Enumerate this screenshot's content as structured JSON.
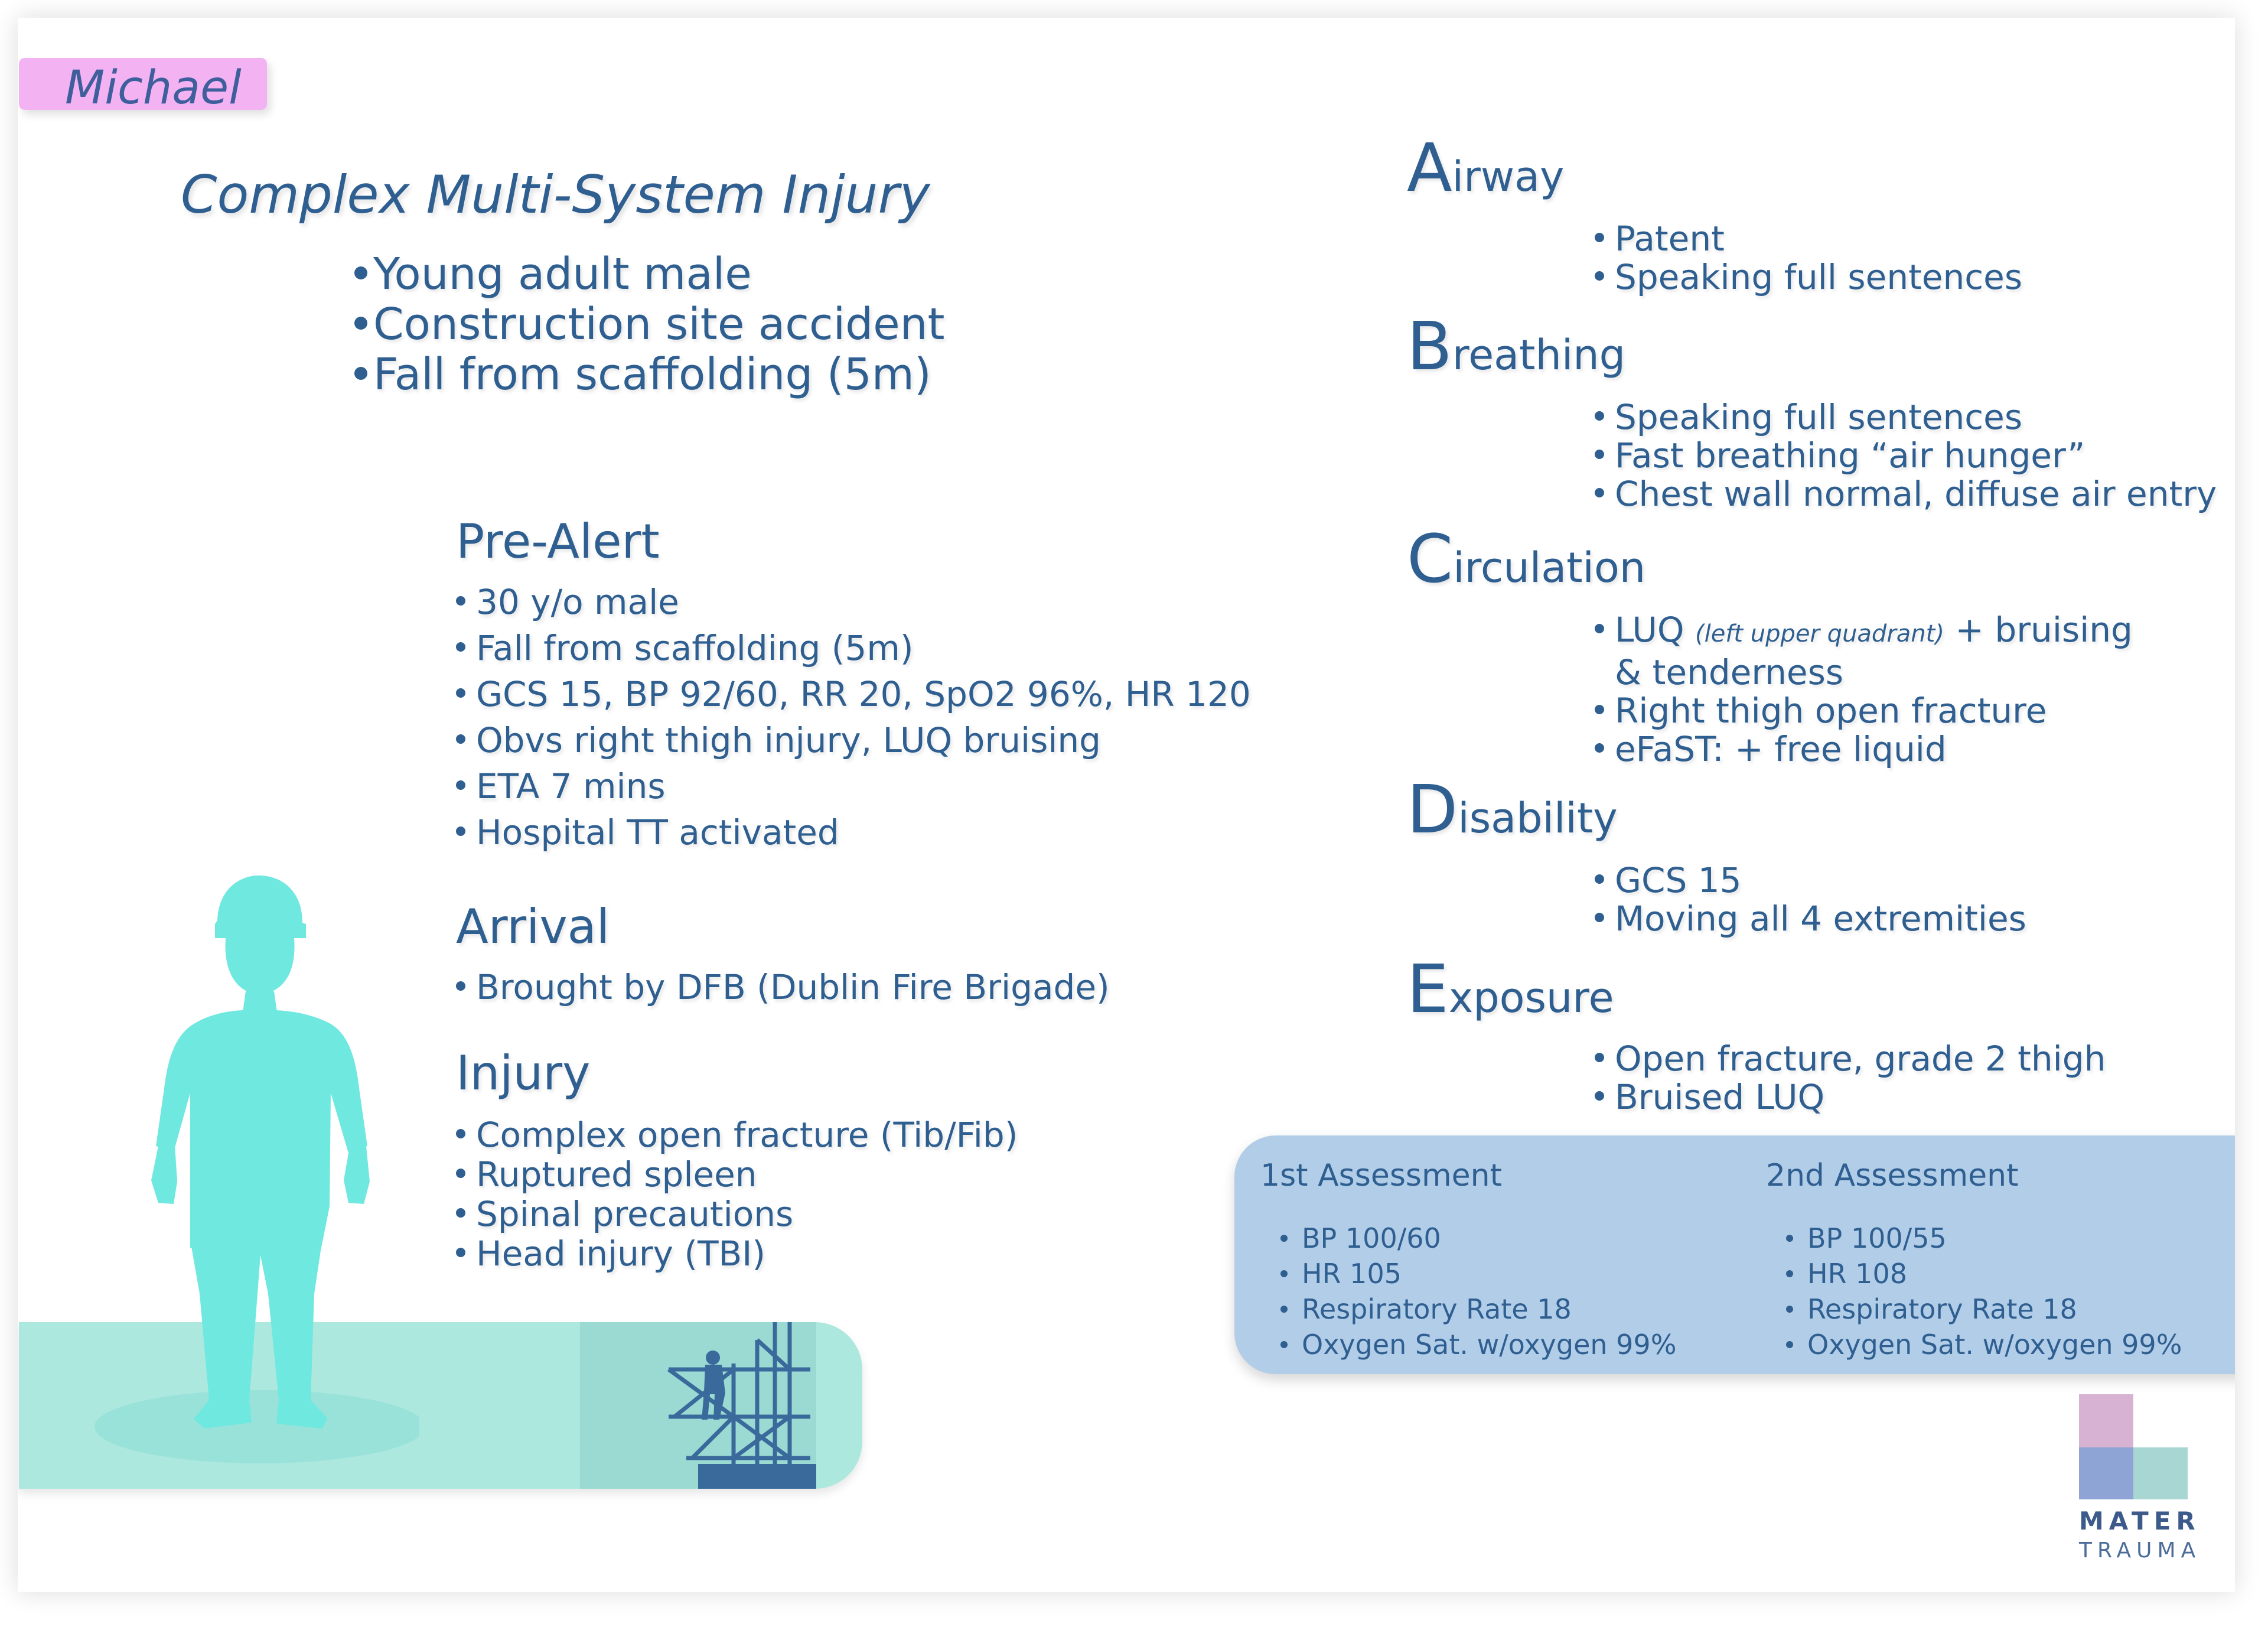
{
  "name_tag": "Michael",
  "title": "Complex Multi-System Injury",
  "intro": [
    "Young adult male",
    "Construction site accident",
    "Fall from scaffolding (5m)"
  ],
  "pre_alert": {
    "heading": "Pre-Alert",
    "items": [
      "30 y/o male",
      "Fall from scaffolding (5m)",
      "GCS 15, BP 92/60, RR 20, SpO2 96%, HR 120",
      "Obvs right thigh injury, LUQ bruising",
      "ETA 7 mins",
      "Hospital TT activated"
    ]
  },
  "arrival": {
    "heading": "Arrival",
    "items": [
      "Brought by DFB (Dublin Fire Brigade)"
    ]
  },
  "injury": {
    "heading": "Injury",
    "items": [
      "Complex open fracture (Tib/Fib)",
      "Ruptured spleen",
      "Spinal precautions",
      "Head injury (TBI)"
    ]
  },
  "abcde": {
    "airway": {
      "letter": "A",
      "rest": "irway",
      "items": [
        "Patent",
        "Speaking full sentences"
      ]
    },
    "breathing": {
      "letter": "B",
      "rest": "reathing",
      "items": [
        "Speaking full sentences",
        "Fast breathing “air hunger”",
        "Chest wall normal, diffuse air entry"
      ]
    },
    "circulation": {
      "letter": "C",
      "rest": "irculation",
      "luq_main": "LUQ",
      "luq_note": "(left upper quadrant)",
      "luq_rest": " + bruising",
      "luq_cont": "& tenderness",
      "items": [
        "Right thigh open fracture",
        "eFaST: + free liquid"
      ]
    },
    "disability": {
      "letter": "D",
      "rest": "isability",
      "items": [
        "GCS 15",
        "Moving all 4 extremities"
      ]
    },
    "exposure": {
      "letter": "E",
      "rest": "xposure",
      "items": [
        "Open fracture, grade 2 thigh",
        "Bruised LUQ"
      ]
    }
  },
  "assessments": [
    {
      "title": "1st Assessment",
      "items": [
        "BP 100/60",
        "HR 105",
        "Respiratory Rate 18",
        "Oxygen Sat. w/oxygen 99%"
      ]
    },
    {
      "title": "2nd Assessment",
      "items": [
        "BP 100/55",
        "HR 108",
        "Respiratory Rate 18",
        "Oxygen Sat. w/oxygen 99%"
      ]
    }
  ],
  "logo": {
    "line1": "MATER",
    "line2": "TRAUMA"
  },
  "colors": {
    "text": "#2f5f90",
    "name_tag": "#f3b3f3",
    "figure": "#6fe8e0",
    "floor": "#ade8df",
    "assessment_box": "#b2cde8",
    "logo_pink": "#d8b2d2",
    "logo_blue": "#8ea4d4",
    "logo_teal": "#a8d6d2"
  },
  "icons": [
    "worker-silhouette",
    "scaffolding-photo",
    "mater-logo"
  ]
}
